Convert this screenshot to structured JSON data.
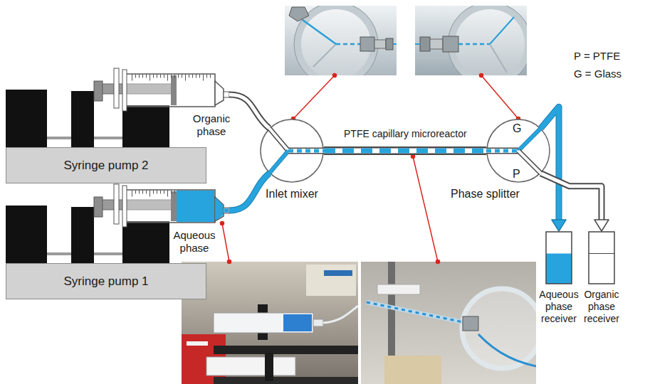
{
  "diagram": {
    "nodes": [
      {
        "text": [
          "Syringe pump 2"
        ]
      },
      {
        "text": [
          "Syringe pump 1"
        ]
      },
      {
        "text": [
          "Inlet mixer"
        ]
      },
      {
        "text": [
          "Phase splitter",
          "G",
          "P"
        ]
      },
      {
        "text": [
          "Aqueous phase receiver"
        ]
      },
      {
        "text": [
          "Organic phase receiver"
        ]
      }
    ],
    "edges": [
      {
        "from": 0,
        "to": 2,
        "arrow": "none"
      },
      {
        "from": 1,
        "to": 2,
        "arrow": "none"
      },
      {
        "from": 2,
        "to": 3,
        "label": "PTFE capillary microreactor",
        "arrow": "none"
      },
      {
        "from": 3,
        "to": 4,
        "arrow": "to"
      },
      {
        "from": 3,
        "to": 5,
        "arrow": "to"
      }
    ],
    "labels": [
      "Organic phase",
      "Aqueous phase",
      "P = PTFE",
      "G = Glass"
    ]
  }
}
